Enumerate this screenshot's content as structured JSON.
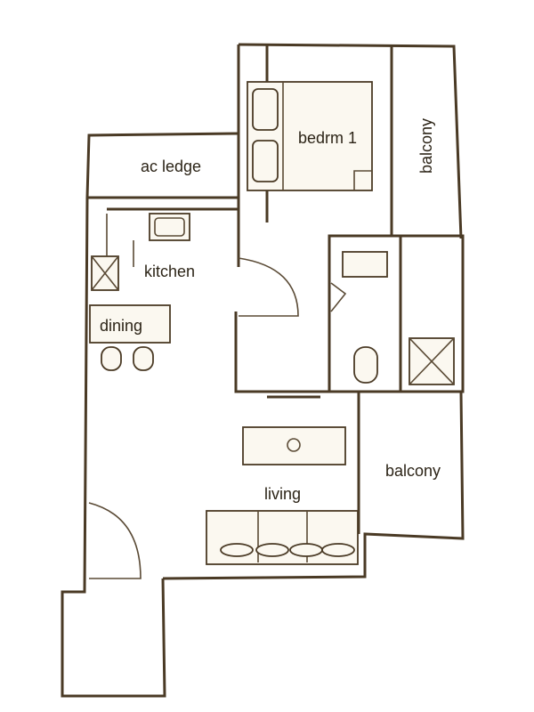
{
  "rooms": {
    "bedroom": "bedrm 1",
    "balcony_top": "balcony",
    "ac_ledge": "ac ledge",
    "kitchen": "kitchen",
    "dining": "dining",
    "living": "living",
    "balcony_bottom": "balcony"
  },
  "colors": {
    "line": "#4a3a25",
    "paper": "#ffffff"
  }
}
